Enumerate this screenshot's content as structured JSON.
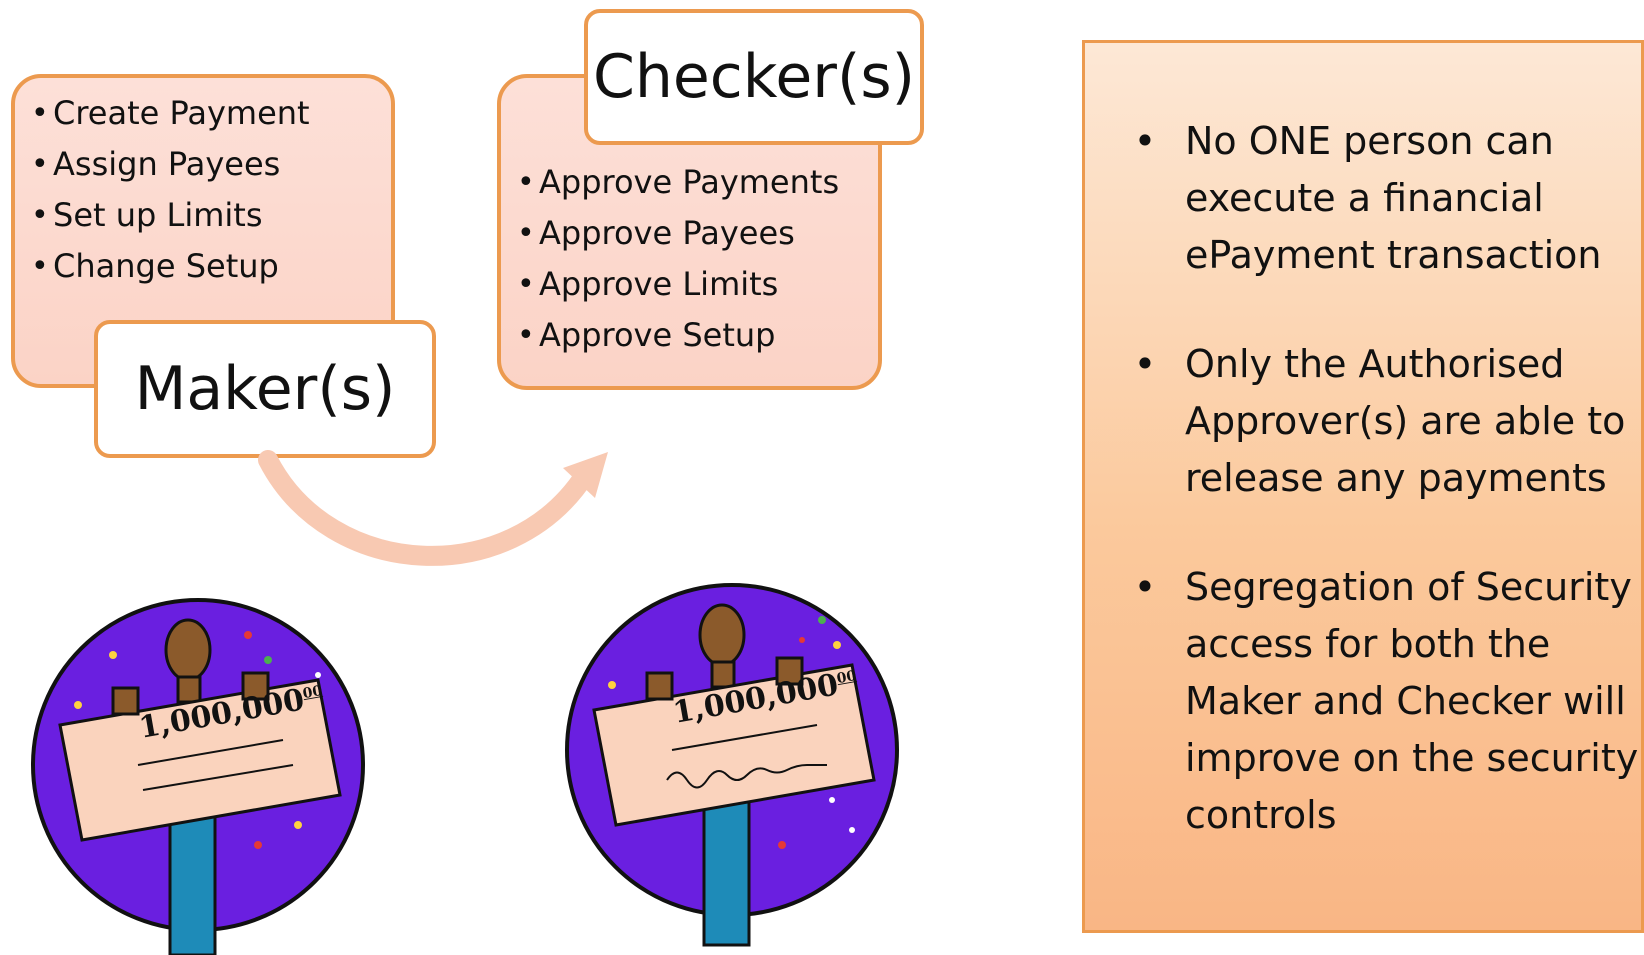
{
  "maker": {
    "label": "Maker(s)",
    "items": [
      "Create Payment",
      "Assign Payees",
      "Set up Limits",
      "Change Setup"
    ]
  },
  "checker": {
    "label": "Checker(s)",
    "items": [
      "Approve Payments",
      "Approve Payees",
      "Approve Limits",
      "Approve Setup"
    ]
  },
  "summary": {
    "bullets": [
      "No ONE person can execute a financial ePayment transaction",
      "Only the Authorised Approver(s) are able to release any payments",
      "Segregation of Security access for both the Maker and Checker will improve on the security controls"
    ]
  },
  "illustrations": [
    {
      "cheque_amount": "1,000,000",
      "cheque_cents": "00",
      "signed": false
    },
    {
      "cheque_amount": "1,000,000",
      "cheque_cents": "00",
      "signed": true
    }
  ],
  "colors": {
    "box_fill": "#fbd3c6",
    "box_border": "#ec9a4f",
    "arrow": "#f8c9b2",
    "circle": "#6a1fe0",
    "summary_fill": "#fbc99c"
  },
  "icons": {
    "flow_arrow": "curved-arrow-icon"
  }
}
